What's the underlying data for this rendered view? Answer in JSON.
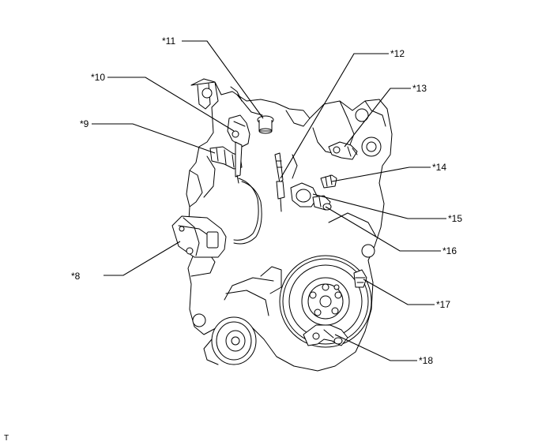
{
  "callouts": {
    "c8": "*8",
    "c9": "*9",
    "c10": "*10",
    "c11": "*11",
    "c12": "*12",
    "c13": "*13",
    "c14": "*14",
    "c15": "*15",
    "c16": "*16",
    "c17": "*17",
    "c18": "*18"
  },
  "corner_code": "T"
}
